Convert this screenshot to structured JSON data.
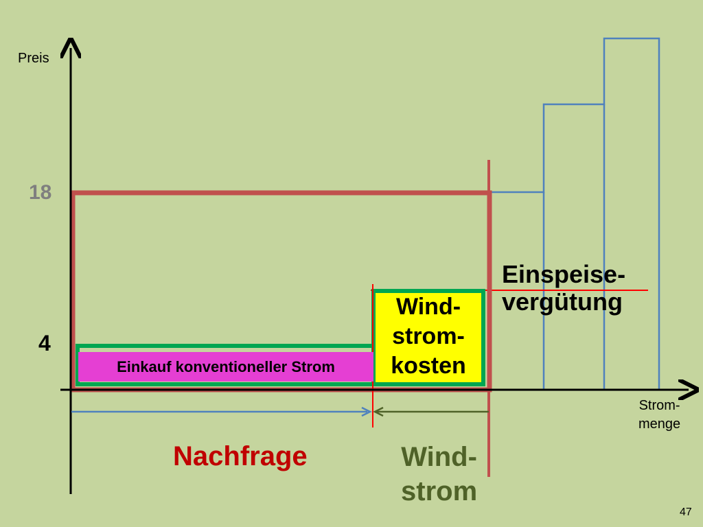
{
  "axes": {
    "y_label": "Preis",
    "x_label_line1": "Strom-",
    "x_label_line2": "menge",
    "ticks": {
      "high": "18",
      "low": "4"
    }
  },
  "labels": {
    "feed_in_line1": "Einspeise-",
    "feed_in_line2": "vergütung",
    "conventional_purchase": "Einkauf konventioneller Strom",
    "wind_cost_line1": "Wind-",
    "wind_cost_line2": "strom-",
    "wind_cost_line3": "kosten",
    "demand": "Nachfrage",
    "wind_line1": "Wind-",
    "wind_line2": "strom"
  },
  "colors": {
    "background": "#c5d59e",
    "demand_box": "#c0504d",
    "green_outline": "#00a651",
    "wind_fill": "#ffff00",
    "conventional_fill": "#e53fd3",
    "supply_steps": "#4f81bd",
    "wind_arrow": "#4f6228",
    "feed_in_line": "#ff0000"
  },
  "page_number": "47"
}
